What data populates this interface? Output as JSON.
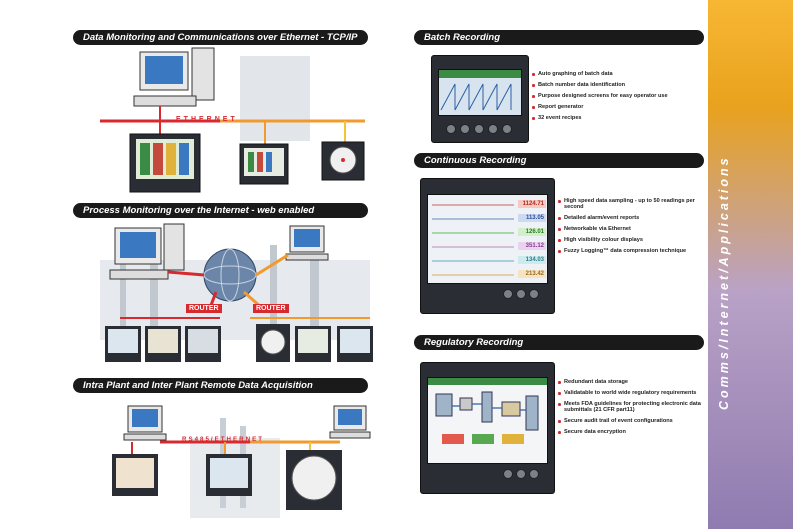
{
  "sections": {
    "ethernet": {
      "title": "Data Monitoring and Communications over Ethernet - TCP/IP",
      "network_label": "ETHERNET"
    },
    "internet": {
      "title": "Process Monitoring over the Internet - web enabled",
      "router_labels": [
        "ROUTER",
        "ROUTER"
      ]
    },
    "intraplant": {
      "title": "Intra Plant and Inter Plant Remote Data Acquisition",
      "network_label": "RS485/ETHERNET"
    },
    "batch": {
      "title": "Batch Recording",
      "features": [
        "Auto graphing of batch data",
        "Batch number data identification",
        "Purpose designed screens for easy operator use",
        "Report generator",
        "32 event recipes"
      ]
    },
    "continuous": {
      "title": "Continuous Recording",
      "features": [
        "High speed data sampling - up to 50 readings per second",
        "Detailed alarm/event reports",
        "Networkable via Ethernet",
        "High visibility colour displays",
        "Fuzzy Logging™ data compression technique"
      ],
      "readouts": [
        "1124.71",
        "113.05",
        "126.01",
        "351.12",
        "134.03",
        "213.42"
      ]
    },
    "regulatory": {
      "title": "Regulatory Recording",
      "features": [
        "Redundant data storage",
        "Validatable to world wide regulatory requirements",
        "Meets FDA guidelines for protecting electronic data submittals (21 CFR part11)",
        "Secure audit trail of event configurations",
        "Secure data encryption"
      ]
    }
  },
  "sidebar": {
    "label": "Comms/Internet/Applications"
  },
  "colors": {
    "banner": "#1a1a1a",
    "accent": "#d8292f",
    "sidebar_top": "#f7b733",
    "sidebar_bottom": "#8f7bb0"
  },
  "icons": [
    "computer-icon",
    "recorder-icon",
    "globe-icon",
    "router-icon",
    "chart-recorder-icon"
  ]
}
